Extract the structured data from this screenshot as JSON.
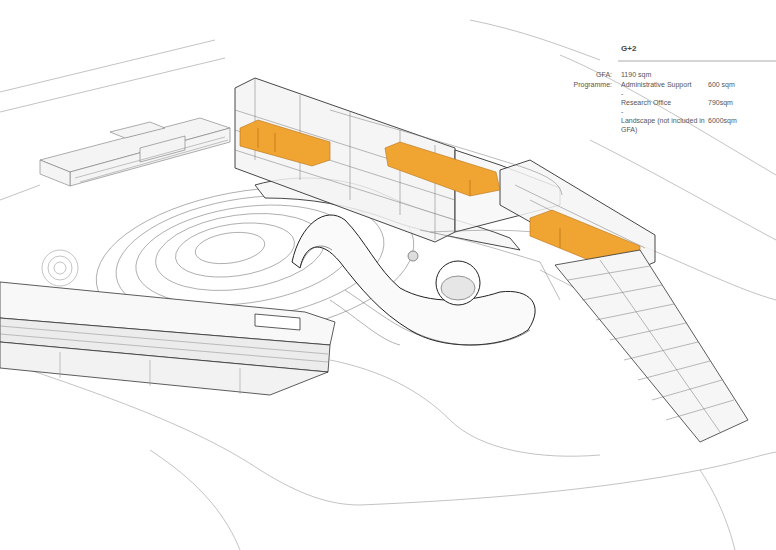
{
  "diagram": {
    "title": "G+2",
    "labels": [
      "GFA:",
      "1190 sqm",
      "Programme:",
      "Administrative Support",
      "600 sqm",
      "-",
      "Research Office",
      "790sqm",
      "-",
      "Landscape (not included in GFA)",
      "6000sqm"
    ]
  }
}
